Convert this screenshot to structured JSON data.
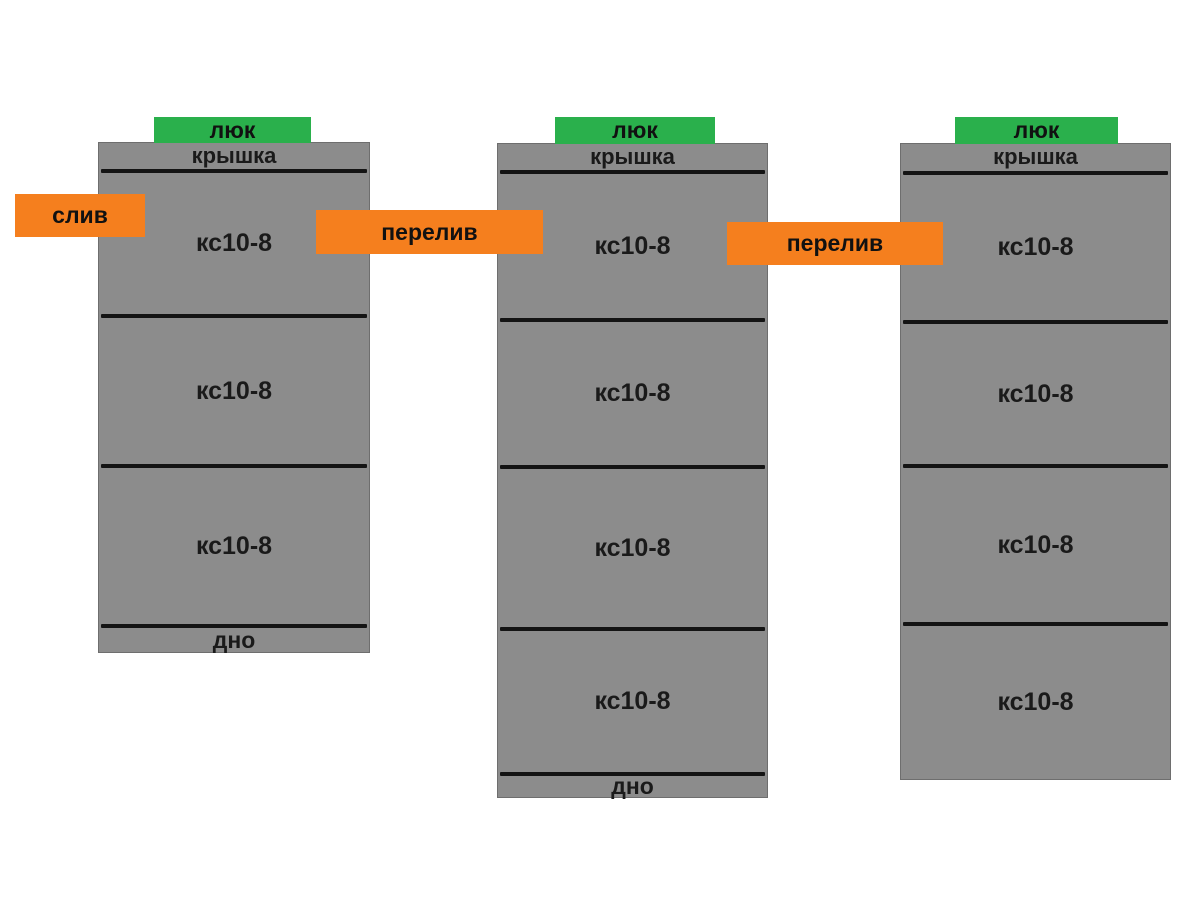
{
  "diagram": {
    "description": "Septic system scheme of three concrete-ring wells",
    "colors": {
      "background": "#ffffff",
      "tank_fill": "#8c8c8c",
      "tank_border": "#6e6e6e",
      "hatch_green": "#2ab04c",
      "pipe_orange": "#f57f1e",
      "joint_line": "#141414",
      "text": "#1a1a1a"
    },
    "wells": [
      {
        "hatch_label": "люк",
        "cover_label": "крышка",
        "rings": [
          "кс10-8",
          "кс10-8",
          "кс10-8"
        ],
        "bottom_label": "дно"
      },
      {
        "hatch_label": "люк",
        "cover_label": "крышка",
        "rings": [
          "кс10-8",
          "кс10-8",
          "кс10-8",
          "кс10-8"
        ],
        "bottom_label": "дно"
      },
      {
        "hatch_label": "люк",
        "cover_label": "крышка",
        "rings": [
          "кс10-8",
          "кс10-8",
          "кс10-8",
          "кс10-8"
        ]
      }
    ],
    "pipes": [
      {
        "label": "слив"
      },
      {
        "label": "перелив"
      },
      {
        "label": "перелив"
      }
    ]
  }
}
